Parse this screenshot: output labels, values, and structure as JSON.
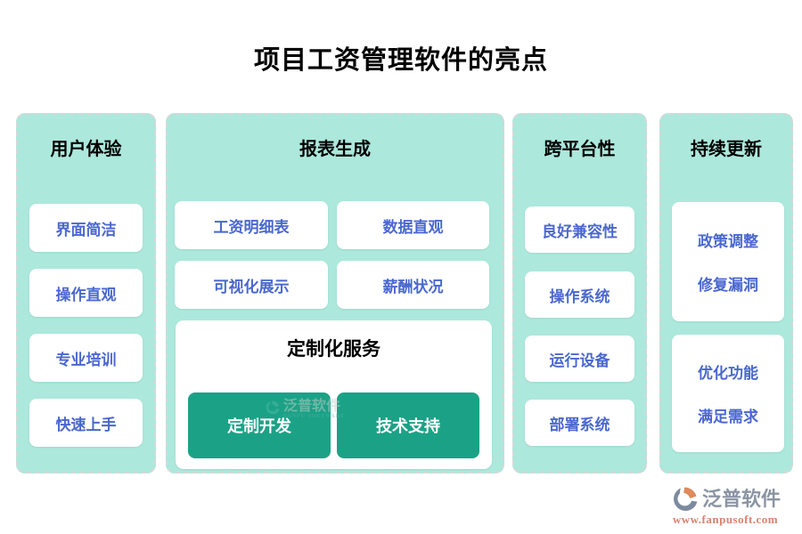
{
  "title": "项目工资管理软件的亮点",
  "columns": [
    {
      "header": "用户体验",
      "items": [
        "界面简洁",
        "操作直观",
        "专业培训",
        "快速上手"
      ]
    },
    {
      "header": "报表生成",
      "cards": [
        "工资明细表",
        "数据直观",
        "可视化展示",
        "薪酬状况"
      ],
      "subpanel": {
        "title": "定制化服务",
        "buttons": [
          "定制开发",
          "技术支持"
        ]
      }
    },
    {
      "header": "跨平台性",
      "items": [
        "良好兼容性",
        "操作系统",
        "运行设备",
        "部署系统"
      ]
    },
    {
      "header": "持续更新",
      "boxes": [
        {
          "line1": "政策调整",
          "line2": "修复漏洞"
        },
        {
          "line1": "优化功能",
          "line2": "满足需求"
        }
      ]
    }
  ],
  "watermark": {
    "text": "泛普软件",
    "subtext": "FANPU SOFTWARE"
  },
  "footer": {
    "brand": "泛普软件",
    "url": "www.fanpusoft.com"
  },
  "colors": {
    "panel_mint": "#ace8dc",
    "item_text_blue": "#4a67cf",
    "button_green": "#1ba286",
    "brand_gray": "#8b94a3",
    "url_salmon": "#d9826e",
    "logo_orange": "#de8a5c",
    "logo_slate": "#7d8aa0"
  }
}
